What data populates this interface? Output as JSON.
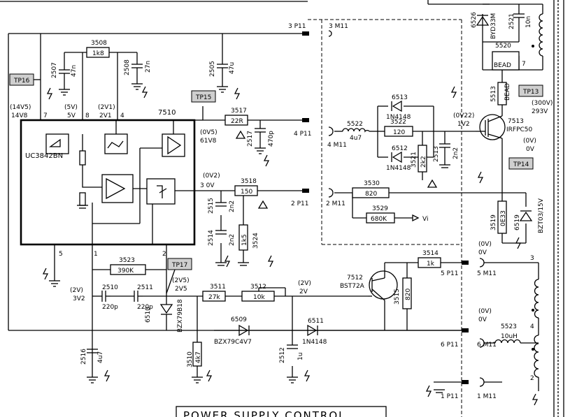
{
  "ic": {
    "part": "UC3842BN",
    "ref": "7510",
    "pins": [
      "7",
      "8",
      "4",
      "5",
      "1",
      "2"
    ]
  },
  "voltages": {
    "pin7_paren": "(14V5)",
    "pin7": "14V8",
    "pin8_paren": "(5V)",
    "pin8": "5V",
    "pin4_paren": "(2V1)",
    "pin4": "2V1",
    "out_paren": "(0V5)",
    "out": "61V8",
    "pin3_paren": "(0V2)",
    "pin3": "3  0V",
    "pin2_paren": "(2V5)",
    "pin2": "2V5",
    "pin1_paren": "(2V)",
    "pin1": "3V2",
    "t7512_paren": "(2V)",
    "t7512": "2V",
    "gate_paren": "(0V22)",
    "gate": "1V2",
    "drain_paren": "(300V)",
    "drain": "293V",
    "src_paren": "(0V)",
    "src": "0V",
    "m5_paren": "(0V)",
    "m5": "0V",
    "m6_paren": "(0V)",
    "m6": "0V"
  },
  "components": {
    "r3508": {
      "ref": "3508",
      "val": "1k8"
    },
    "c2507": {
      "ref": "2507",
      "val": "47n"
    },
    "c2508": {
      "ref": "2508",
      "val": "27n"
    },
    "c2505": {
      "ref": "2505",
      "val": "47u"
    },
    "r3517": {
      "ref": "3517",
      "val": "22R"
    },
    "c2517": {
      "ref": "2517",
      "val": "470p"
    },
    "r3518": {
      "ref": "3518",
      "val": "150"
    },
    "c2515": {
      "ref": "2515",
      "val": "2n2"
    },
    "c2514": {
      "ref": "2514",
      "val": "2n2"
    },
    "r3524": {
      "ref": "3524",
      "val": "1k5"
    },
    "r3523": {
      "ref": "3523",
      "val": "390K"
    },
    "c2510": {
      "ref": "2510",
      "val": "220p"
    },
    "c2511": {
      "ref": "2511",
      "val": "220p"
    },
    "r3511": {
      "ref": "3511",
      "val": "27k"
    },
    "r3512": {
      "ref": "3512",
      "val": "10k"
    },
    "d6510": {
      "ref": "6510",
      "val": "BZX79B18"
    },
    "d6509": {
      "ref": "6509",
      "val": "BZX79C4V7"
    },
    "d6511": {
      "ref": "6511",
      "val": "1N4148"
    },
    "r3510": {
      "ref": "3510",
      "val": "4k7"
    },
    "c2516": {
      "ref": "2516",
      "val": "4u7"
    },
    "c2512": {
      "ref": "2512",
      "val": "1u"
    },
    "t7512": {
      "ref": "7512",
      "val": "BST72A"
    },
    "r3514": {
      "ref": "3514",
      "val": "1k"
    },
    "r3515": {
      "ref": "3515",
      "val": "820"
    },
    "l5522": {
      "ref": "5522",
      "val": "4u7"
    },
    "r3522": {
      "ref": "3522",
      "val": "120"
    },
    "d6513": {
      "ref": "6513",
      "val": "1N4148"
    },
    "d6512": {
      "ref": "6512",
      "val": "1N4148"
    },
    "r3521": {
      "ref": "3521",
      "val": "2k2"
    },
    "c2513": {
      "ref": "2513",
      "val": "2n2"
    },
    "r3530": {
      "ref": "3530",
      "val": "820"
    },
    "r3529": {
      "ref": "3529",
      "val": "680K"
    },
    "vi": "Vi",
    "t7513": {
      "ref": "7513",
      "val": "IRFPC50"
    },
    "r3519": {
      "ref": "3519",
      "val": "0E33"
    },
    "d6519": {
      "ref": "6519",
      "val": "BZT03/15V"
    },
    "l5513": {
      "ref": "5513",
      "val": "BEAD"
    },
    "l5520": {
      "ref": "5520",
      "val": "BEAD"
    },
    "d6526": {
      "ref": "6526",
      "val": "BYD33M"
    },
    "c2521": {
      "ref": "2521",
      "val": "10n"
    },
    "l5523": {
      "ref": "5523",
      "val": "10uH"
    },
    "n7": "7"
  },
  "testpoints": [
    "TP16",
    "TP15",
    "TP17",
    "TP13",
    "TP14"
  ],
  "connectors": {
    "p11_3": "3  P11",
    "m11_3": "3  M11",
    "p11_4": "4  P11",
    "m11_4": "4  M11",
    "p11_2": "2  P11",
    "m11_2": "2  M11",
    "p11_5": "5  P11",
    "m11_5": "5  M11",
    "p11_6": "6  P11",
    "m11_6": "6  M11",
    "p11_1": "1  P11",
    "m11_1": "1  M11"
  },
  "transformer_pins": [
    "3",
    "4",
    "2"
  ],
  "footer_title": "POWER SUPPLY CONTROL"
}
